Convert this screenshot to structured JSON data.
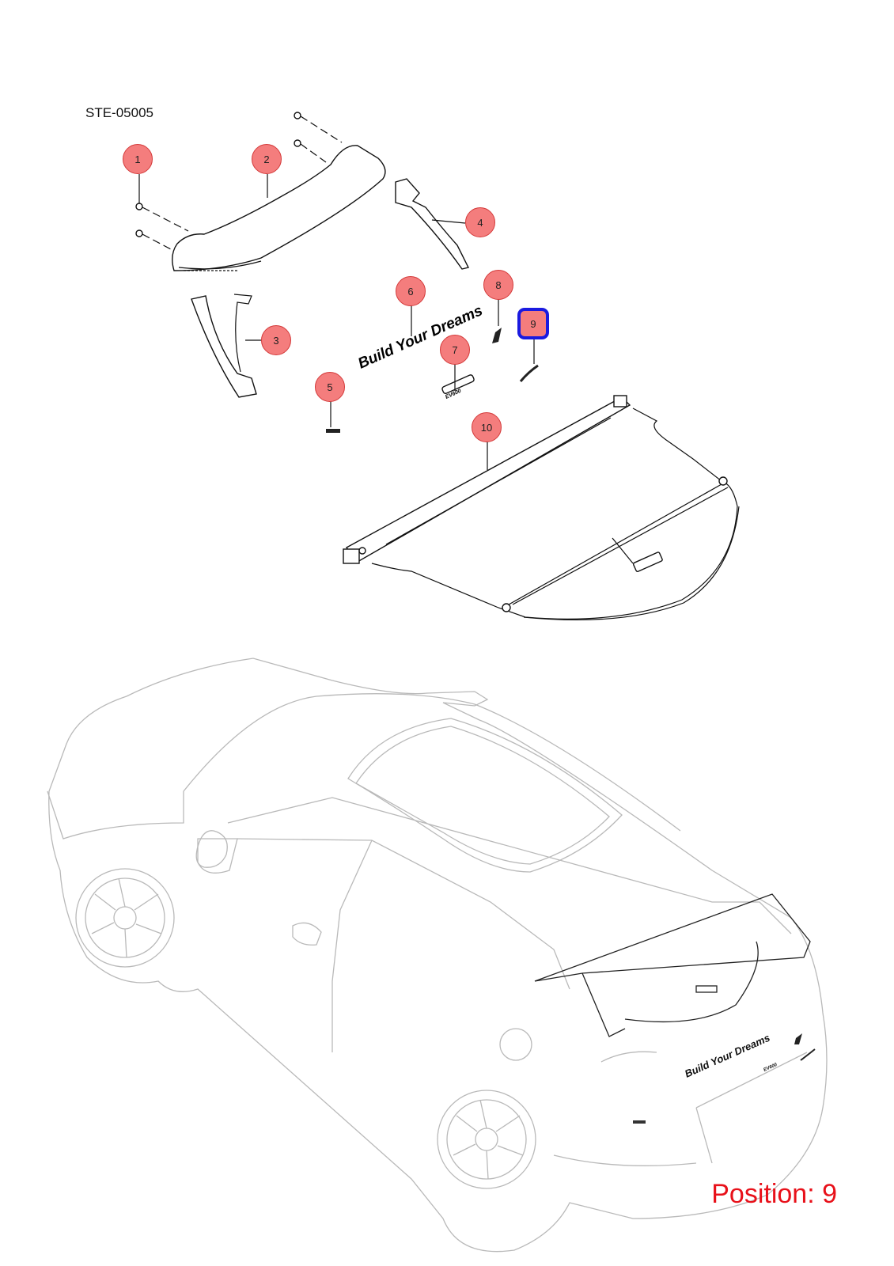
{
  "document_code": "STE-05005",
  "position_label": "Position: 9",
  "active_callout": "9",
  "callouts": [
    "1",
    "2",
    "3",
    "4",
    "5",
    "6",
    "7",
    "8",
    "9",
    "10"
  ],
  "emblem_text": "Build Your Dreams",
  "model_badge": "EV600",
  "colors": {
    "callout_fill": "#f47d7d",
    "active_outline": "#1a1ae0",
    "position_label": "#e8111a",
    "car_outline": "#b9b9b9"
  }
}
